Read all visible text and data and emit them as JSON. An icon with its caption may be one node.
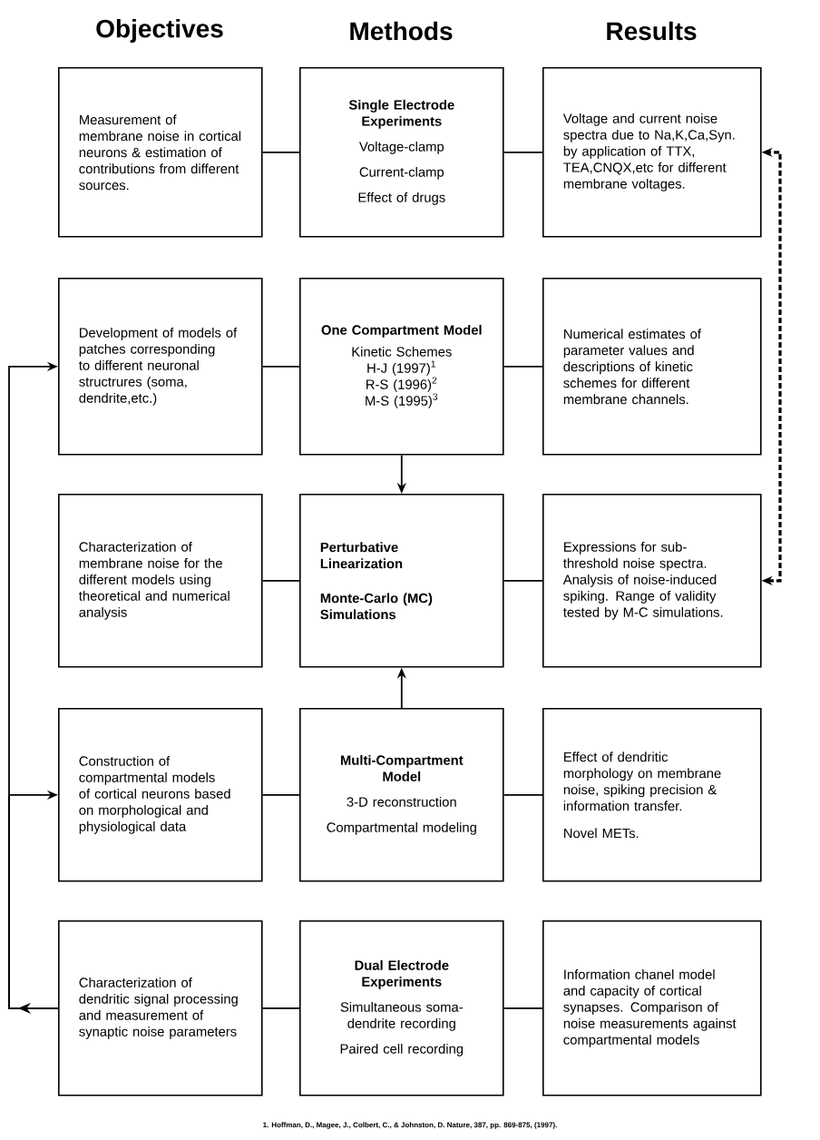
{
  "diagram": {
    "nodes": [
      {
        "text": [
          "Measurement of membrane noise in cortical neurons & estimation of contributions from different sources."
        ]
      },
      {
        "text": [
          "Single Electrode Experiments",
          "Voltage-clamp",
          "Current-clamp",
          "Effect of drugs"
        ]
      },
      {
        "text": [
          "Voltage and current noise spectra due to Na,K,Ca,Syn. by application of TTX, TEA,CNQX,etc for different membrane voltages."
        ]
      },
      {
        "text": [
          "Development of models of patches corresponding to different neuronal structrures (soma, dendrite,etc.)"
        ]
      },
      {
        "text": [
          "One Compartment Model",
          "Kinetic Schemes",
          "H-J (1997)$^{1}$",
          "R-S (1996)$^{2}$",
          "M-S (1995)$^{3}$"
        ]
      },
      {
        "text": [
          "Numerical estimates of parameter values and descriptions of kinetic schemes for different membrane channels."
        ]
      },
      {
        "text": [
          "Characterization of membrane noise for the different models using theoretical and numerical analysis"
        ]
      },
      {
        "text": [
          "Perturbative Linearization",
          "Monte-Carlo (MC) Simulations"
        ]
      },
      {
        "text": [
          "Expressions for sub-threshold noise spectra. Analysis of noise-induced spiking. Range of validity tested by M-C simulations."
        ]
      },
      {
        "text": [
          "Construction of compartmental models of cortical neurons based on morphological and physiological data"
        ]
      },
      {
        "text": [
          "Multi-Compartment Model",
          "3-D reconstruction",
          "Compartmental modeling"
        ]
      },
      {
        "text": [
          "Effect of dendritic morphology on membrane noise, spiking precision & information transfer.",
          "Novel METs."
        ]
      },
      {
        "text": [
          "Characterization of dendritic signal processing and measurement of synaptic noise parameters"
        ]
      },
      {
        "text": [
          "Dual Electrode Experiments",
          "Simultaneous soma-dendrite recording",
          "Paired cell recording"
        ]
      },
      {
        "text": [
          "Information chanel model and capacity of cortical synapses. Comparison of noise measurements against compartmental models"
        ]
      }
    ],
    "edges": [
      {
        "from": 0,
        "to": 1,
        "arrow": "none"
      },
      {
        "from": 1,
        "to": 2,
        "arrow": "none"
      },
      {
        "from": 3,
        "to": 4,
        "arrow": "none"
      },
      {
        "from": 4,
        "to": 5,
        "arrow": "none"
      },
      {
        "from": 6,
        "to": 7,
        "arrow": "none"
      },
      {
        "from": 7,
        "to": 8,
        "arrow": "none"
      },
      {
        "from": 9,
        "to": 10,
        "arrow": "none"
      },
      {
        "from": 10,
        "to": 11,
        "arrow": "none"
      },
      {
        "from": 12,
        "to": 13,
        "arrow": "none"
      },
      {
        "from": 13,
        "to": 14,
        "arrow": "none"
      },
      {
        "from": 4,
        "to": 7,
        "arrow": "to"
      },
      {
        "from": 10,
        "to": 7,
        "arrow": "to"
      },
      {
        "from": 8,
        "to": 2,
        "arrow": "both",
        "style": "dashed"
      },
      {
        "from": 12,
        "to": 3,
        "arrow": "to"
      },
      {
        "from": 12,
        "to": 9,
        "arrow": "to"
      }
    ],
    "labels": [
      "Objectives",
      "Methods",
      "Results",
      "1. Hoffman, D., Magee, J., Colbert, C., & Johnston, D. Nature, 387, pp. 869-875, (1997)."
    ]
  }
}
